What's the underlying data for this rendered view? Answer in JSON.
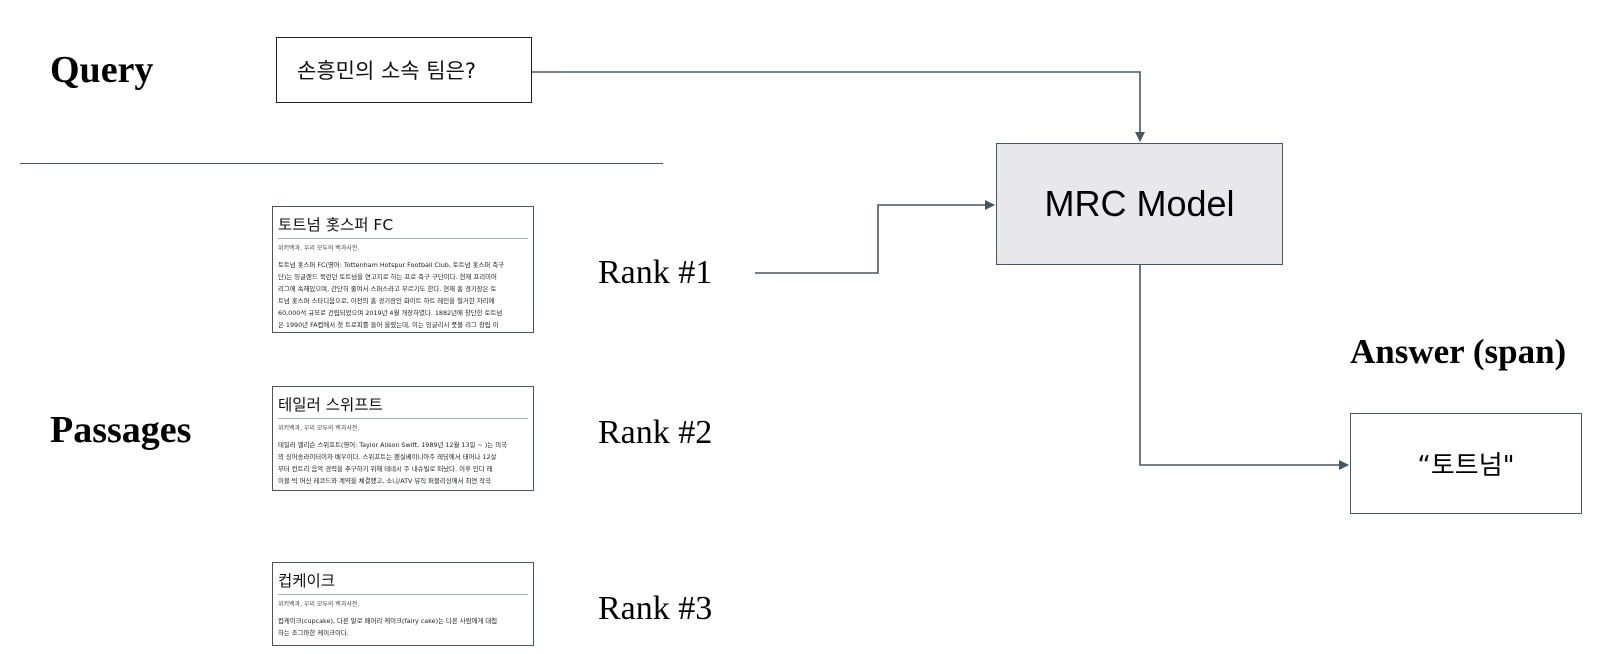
{
  "labels": {
    "query": "Query",
    "passages": "Passages",
    "answer": "Answer (span)"
  },
  "query": {
    "text": "손흥민의 소속 팀은?"
  },
  "model": {
    "label": "MRC Model"
  },
  "answer": {
    "text": "“토트넘\""
  },
  "ranks": [
    "Rank #1",
    "Rank #2",
    "Rank #3"
  ],
  "passages": [
    {
      "title": "토트넘 홋스퍼 FC",
      "subtitle": "위키백과, 우리 모두의 백과사전.",
      "lines": [
        "토트넘 홋스퍼 FC(영어: Tottenham Hotspur Football Club, 토트넘 홋스퍼 축구",
        "단)는 잉글랜드 북런던 토트넘을 연고지로 하는 프로 축구 구단이다. 현재 프리미어",
        "리그에 속해있으며, 간단히 줄여서 스퍼스라고 부르기도 한다. 현재 홈 경기장은 토",
        "트넘 홋스퍼 스타디움으로, 이전의 홈 경기장인 화이트 하트 레인을 철거한 자리에",
        "60,000석 규모로 건립되었으며 2019년 4월 개장하였다. 1882년에 창단한 토트넘",
        "은 1990년 FA컵에서 첫 트로피를 들어 올렸는데, 이는 잉글리시 풋볼 리그 창립 이"
      ]
    },
    {
      "title": "테일러 스위프트",
      "subtitle": "위키백과, 우리 모두의 백과사전.",
      "lines": [
        "테일러 앨리슨 스위프트(영어: Taylor Alison Swift, 1989년 12월 13일 ~ )는 미국",
        "의 싱어송라이터이자 배우이다. 스위프트는 펜실베이니아주 레딩에서 태어나 12살",
        "부터 컨트리 음악 경력을 추구하기 위해 테네시 주 내슈빌로 떠났다. 이후 인디 레",
        "이블 빅 머신 레코드와 계약을 체결했고, 소니/ATV 뮤직 퍼블리싱에서 최연 작곡"
      ]
    },
    {
      "title": "컵케이크",
      "subtitle": "위키백과, 우리 모두의 백과사전.",
      "lines": [
        "컵케이크(cupcake), 다른 말로 페어리 케이크(fairy cake)는 다른 사람에게 대접",
        "하는 조그마한 케이크이다."
      ]
    }
  ],
  "colors": {
    "connector": "#4a5563",
    "model_fill": "#e8e8ea",
    "link": "#3366cc"
  }
}
